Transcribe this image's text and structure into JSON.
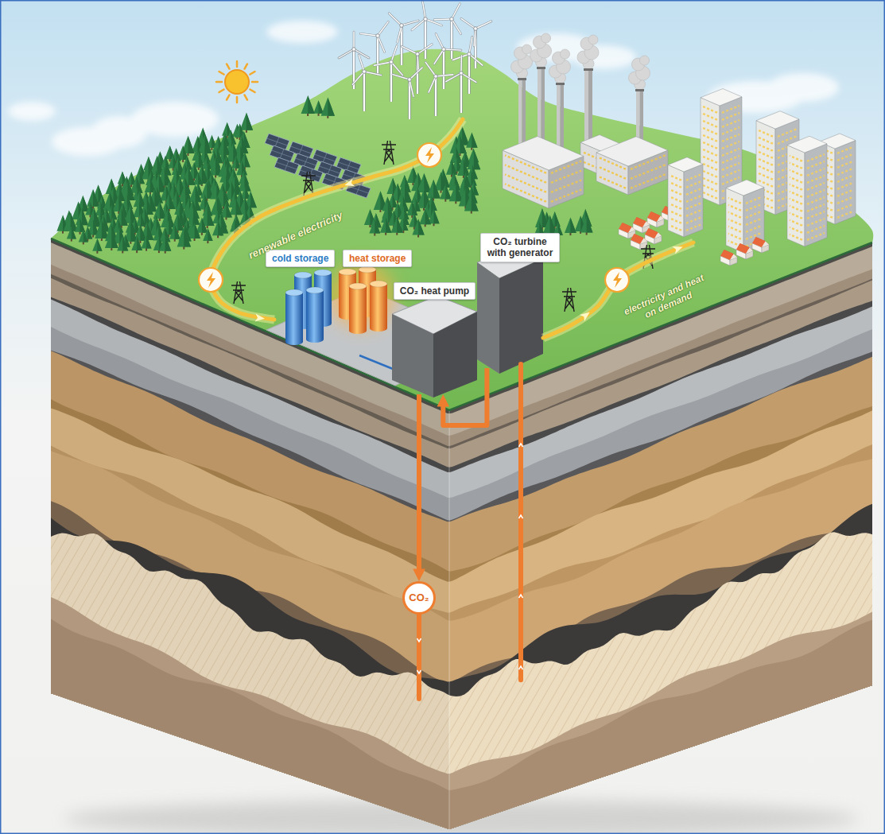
{
  "diagram": {
    "nodes": [
      {
        "text": [
          "cold storage"
        ]
      },
      {
        "text": [
          "heat storage"
        ]
      },
      {
        "text": [
          "CO₂ heat pump"
        ]
      },
      {
        "text": [
          "CO₂ turbine with generator"
        ]
      },
      {
        "text": [
          "CO₂"
        ]
      }
    ],
    "edges": [
      {
        "from": 3,
        "to": 2,
        "arrow": "to"
      },
      {
        "from": 2,
        "to": 4,
        "arrow": "to"
      }
    ],
    "labels": [
      "renewable electricity",
      "electricity and heat on demand"
    ]
  }
}
